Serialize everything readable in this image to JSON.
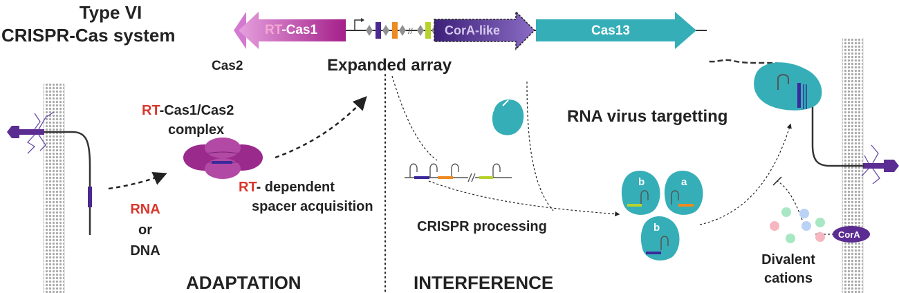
{
  "title": {
    "line1": "Type VI",
    "line2": "CRISPR-Cas system"
  },
  "genes": {
    "rt_prefix": "RT",
    "cas1": "-Cas1",
    "cas2": "Cas2",
    "corA_like": "CorA-like",
    "cas13": "Cas13",
    "array_label": "Expanded array"
  },
  "adaptation": {
    "complex_rt": "RT",
    "complex_rest": "-Cas1/Cas2",
    "complex_line2": "complex",
    "dependent_rt": "RT",
    "dependent_rest": "- dependent",
    "spacer": "spacer acquisition",
    "rna": "RNA",
    "or": "or",
    "dna": "DNA",
    "section": "ADAPTATION"
  },
  "interference": {
    "processing": "CRISPR processing",
    "targetting": "RNA virus targetting",
    "crrna_a": "a",
    "crrna_b1": "b",
    "crrna_b2": "b",
    "corA": "CorA",
    "divalent": "Divalent",
    "cations": "cations",
    "section": "INTERFERENCE"
  },
  "colors": {
    "rt_cas1": "#b0278f",
    "cas2": "#d37ad0",
    "corA": "#5b2c91",
    "cas13": "#35aeb8",
    "red_text": "#d9362b",
    "membrane": "#bdbdbd"
  }
}
